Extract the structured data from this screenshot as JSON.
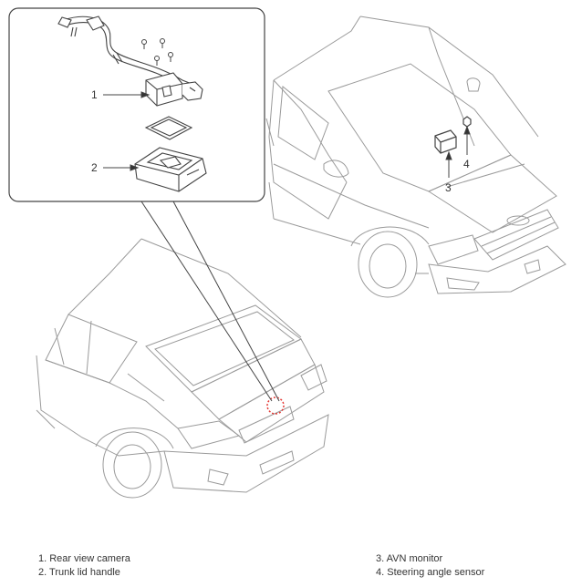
{
  "callouts": {
    "c1": "1",
    "c2": "2",
    "c3": "3",
    "c4": "4"
  },
  "legend": {
    "left": [
      "1. Rear view camera",
      "2. Trunk lid handle"
    ],
    "right": [
      "3. AVN monitor",
      "4. Steering angle sensor"
    ]
  },
  "colors": {
    "line": "#444444",
    "light_line": "#9a9a9a",
    "highlight_circle": "#e53935",
    "text": "#333333"
  }
}
